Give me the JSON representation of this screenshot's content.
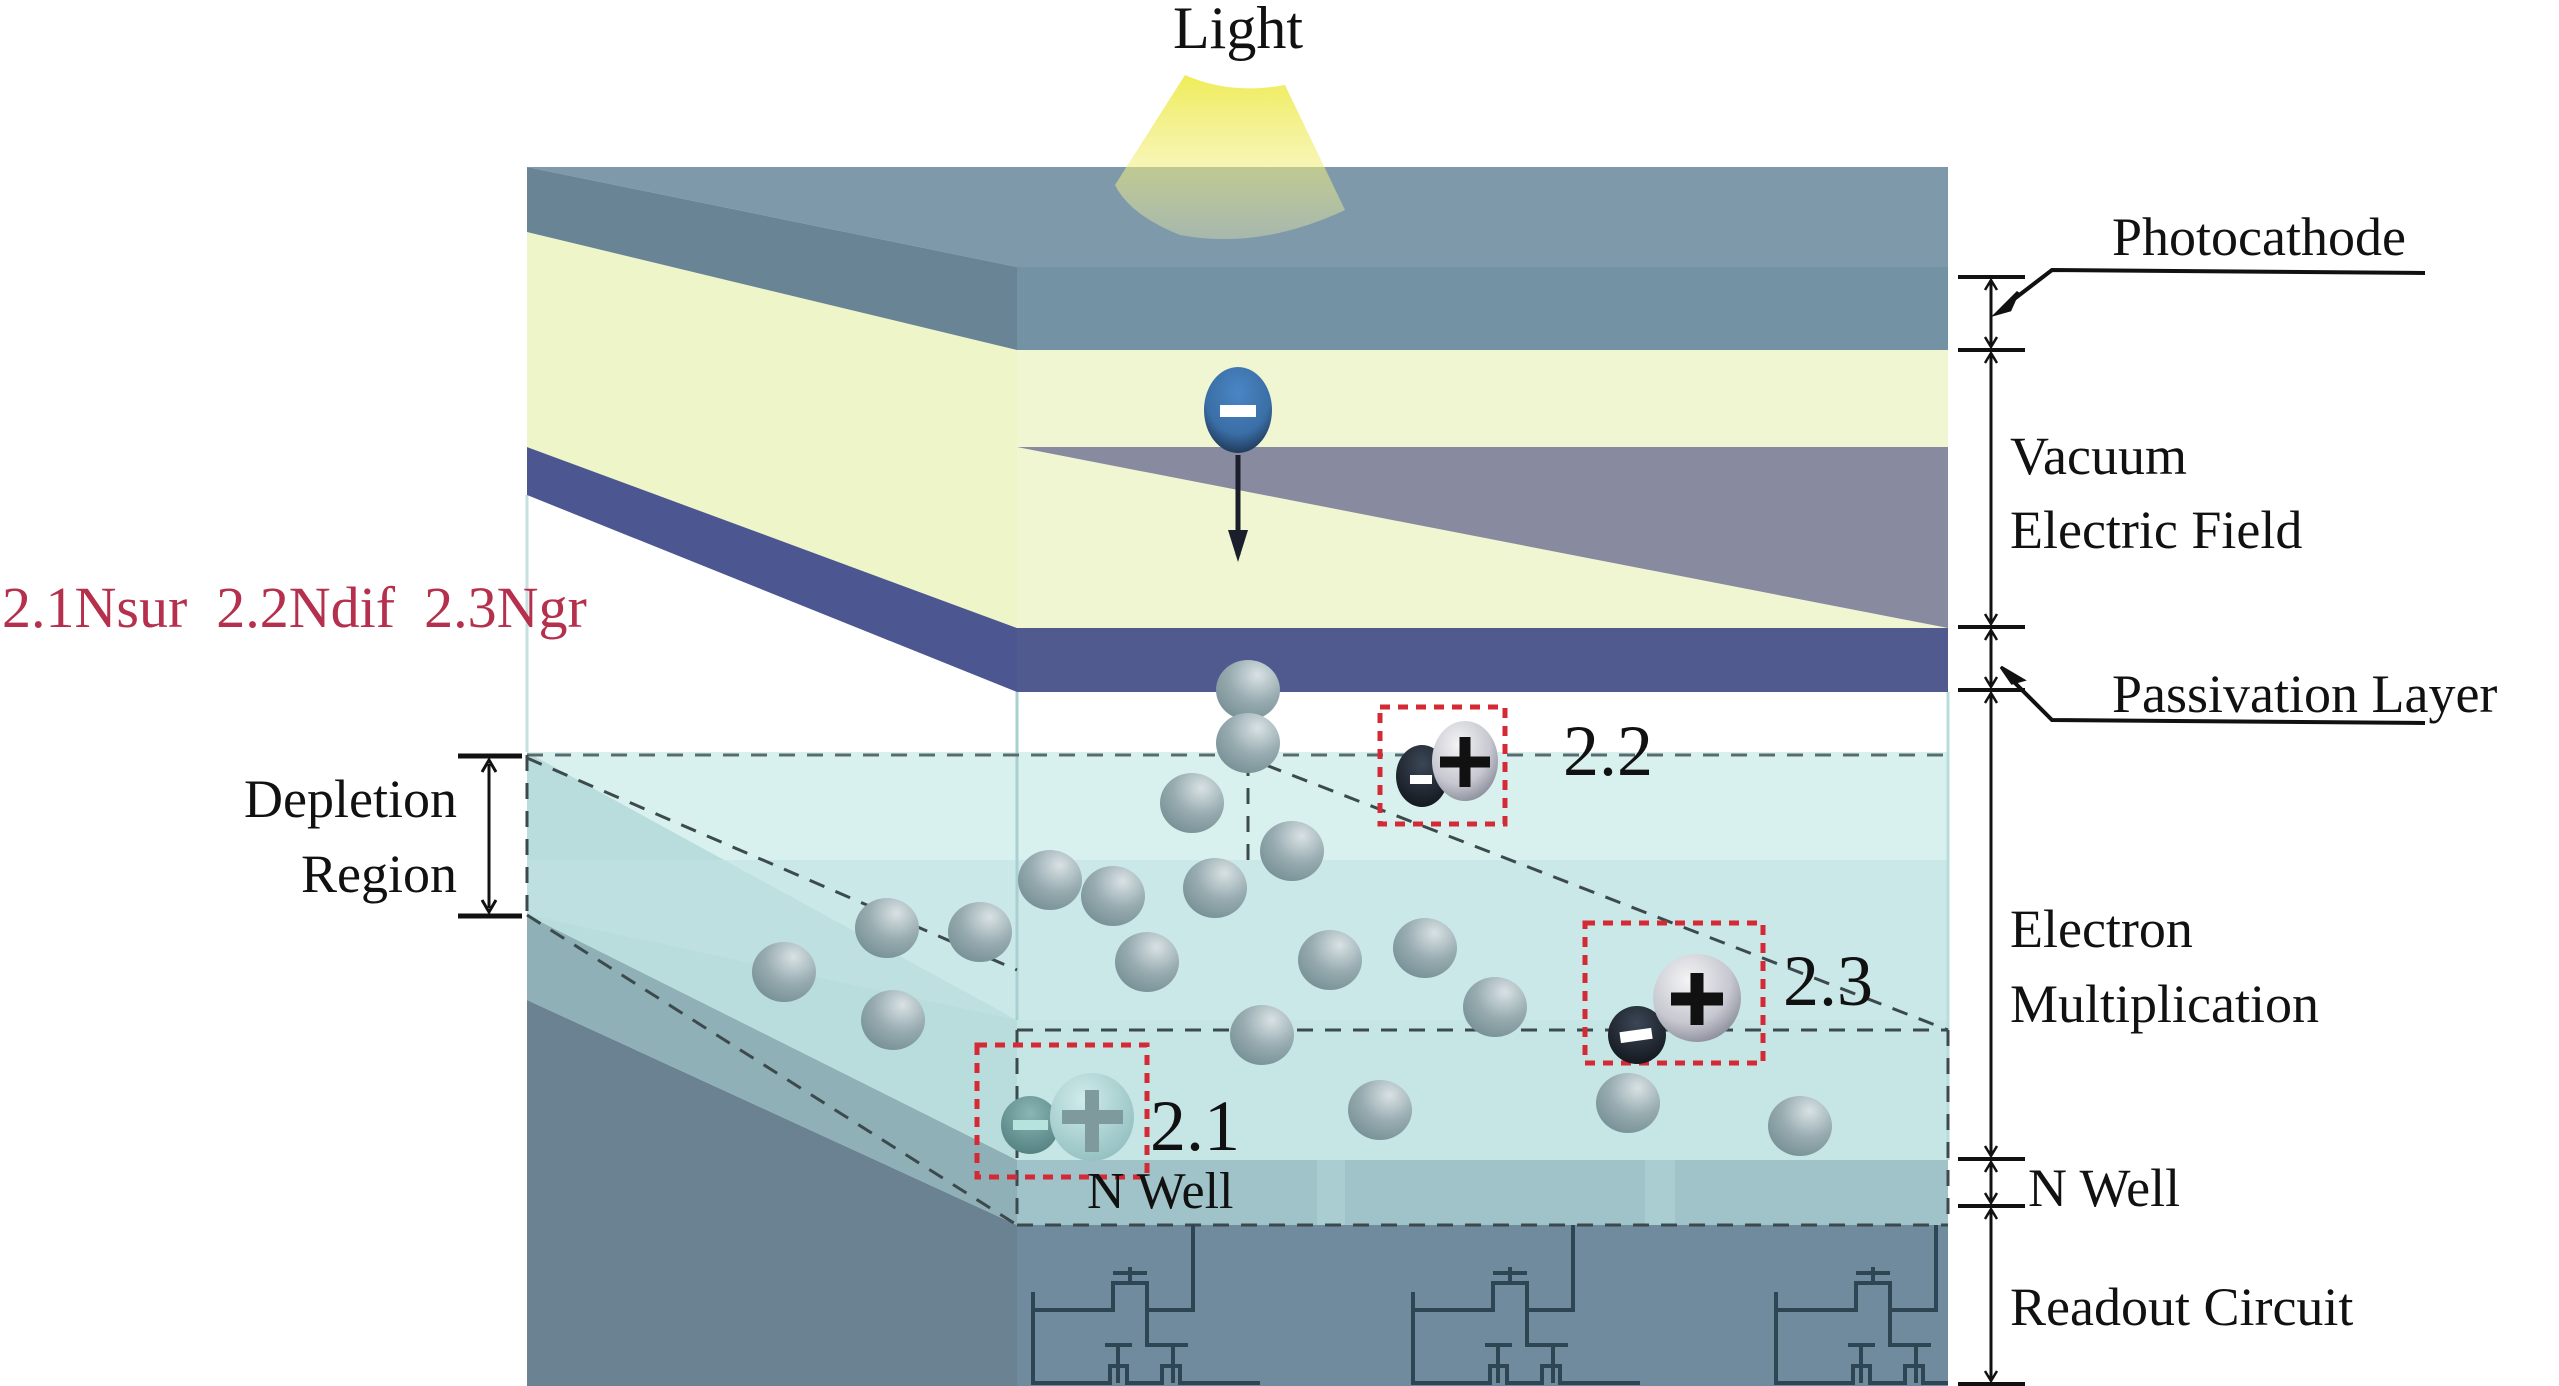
{
  "title": "Light",
  "layers": [
    {
      "id": "photocathode",
      "label": "Photocathode",
      "color": "#7b9aaa"
    },
    {
      "id": "vacuum",
      "label_lines": [
        "Vacuum",
        "Electric Field"
      ],
      "color": "#eef5c9"
    },
    {
      "id": "passivation",
      "label": "Passivation Layer",
      "color": "#505a8e"
    },
    {
      "id": "multiplication",
      "label_lines": [
        "Electron",
        "Multiplication"
      ],
      "color": "#c9ebe6"
    },
    {
      "id": "nwell",
      "label": "N Well",
      "color": "#9fc3c8"
    },
    {
      "id": "readout",
      "label": "Readout Circuit",
      "color": "#6d8797"
    }
  ],
  "left_labels": {
    "depletion_lines": [
      "Depletion",
      "Region"
    ],
    "mechanisms": "2.1Nsur  2.2Ndif  2.3Ngr"
  },
  "mechanism_colors": {
    "accent": "#b5304c",
    "box": "#d42a35"
  },
  "callouts": [
    {
      "id": "2.1",
      "label": "2.1"
    },
    {
      "id": "2.2",
      "label": "2.2"
    },
    {
      "id": "2.3",
      "label": "2.3"
    }
  ],
  "nwell_inline_label": "N Well",
  "electron_symbol": "−",
  "hole_symbol": "+"
}
